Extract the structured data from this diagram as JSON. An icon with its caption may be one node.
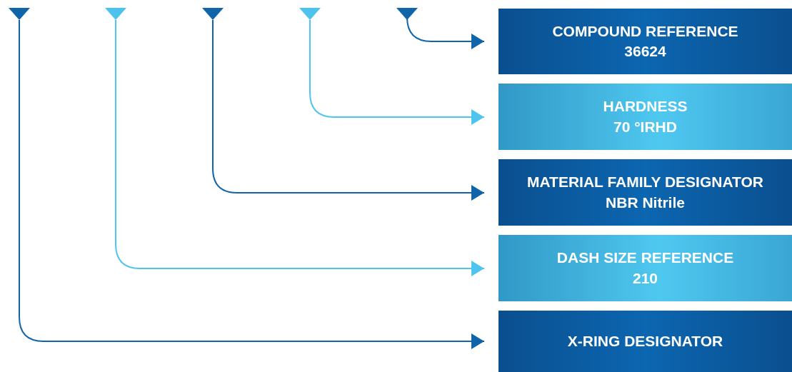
{
  "diagram": {
    "nodes": [
      {
        "text": [],
        "shape": "triangle"
      },
      {
        "text": [],
        "shape": "triangle"
      },
      {
        "text": [],
        "shape": "triangle"
      },
      {
        "text": [],
        "shape": "triangle"
      },
      {
        "text": [],
        "shape": "triangle"
      },
      {
        "text": [
          "COMPOUND REFERENCE",
          "36624"
        ]
      },
      {
        "text": [
          "HARDNESS",
          "70 °IRHD"
        ]
      },
      {
        "text": [
          "MATERIAL FAMILY DESIGNATOR",
          "NBR Nitrile"
        ]
      },
      {
        "text": [
          "DASH SIZE REFERENCE",
          "210"
        ]
      },
      {
        "text": [
          "X-RING DESIGNATOR"
        ]
      }
    ],
    "edges": [
      {
        "from": 4,
        "to": 5,
        "arrow": "to"
      },
      {
        "from": 3,
        "to": 6,
        "arrow": "to",
        "color": "#4fc4ef"
      },
      {
        "from": 2,
        "to": 7,
        "arrow": "to"
      },
      {
        "from": 1,
        "to": 8,
        "arrow": "to",
        "color": "#4fc4ef"
      },
      {
        "from": 0,
        "to": 9,
        "arrow": "to"
      }
    ]
  }
}
